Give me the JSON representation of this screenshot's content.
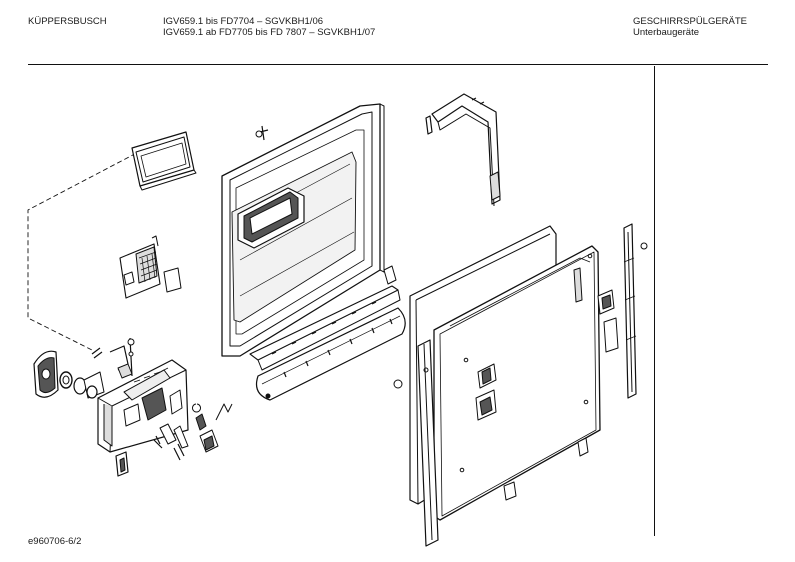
{
  "header": {
    "brand": "KÜPPERSBUSCH",
    "model_lines": [
      "IGV659.1 bis FD7704 – SGVKBH1/06",
      "IGV659.1 ab FD7705 bis FD 7807 – SGVKBH1/07"
    ],
    "category_lines": [
      "GESCHIRRSPÜLGERÄTE",
      "Unterbaugeräte"
    ]
  },
  "footer": {
    "drawing_id": "e960706-6/2"
  },
  "colors": {
    "line": "#111111",
    "paper": "#ffffff",
    "shade": "#d9d9d9",
    "dark": "#555555"
  }
}
